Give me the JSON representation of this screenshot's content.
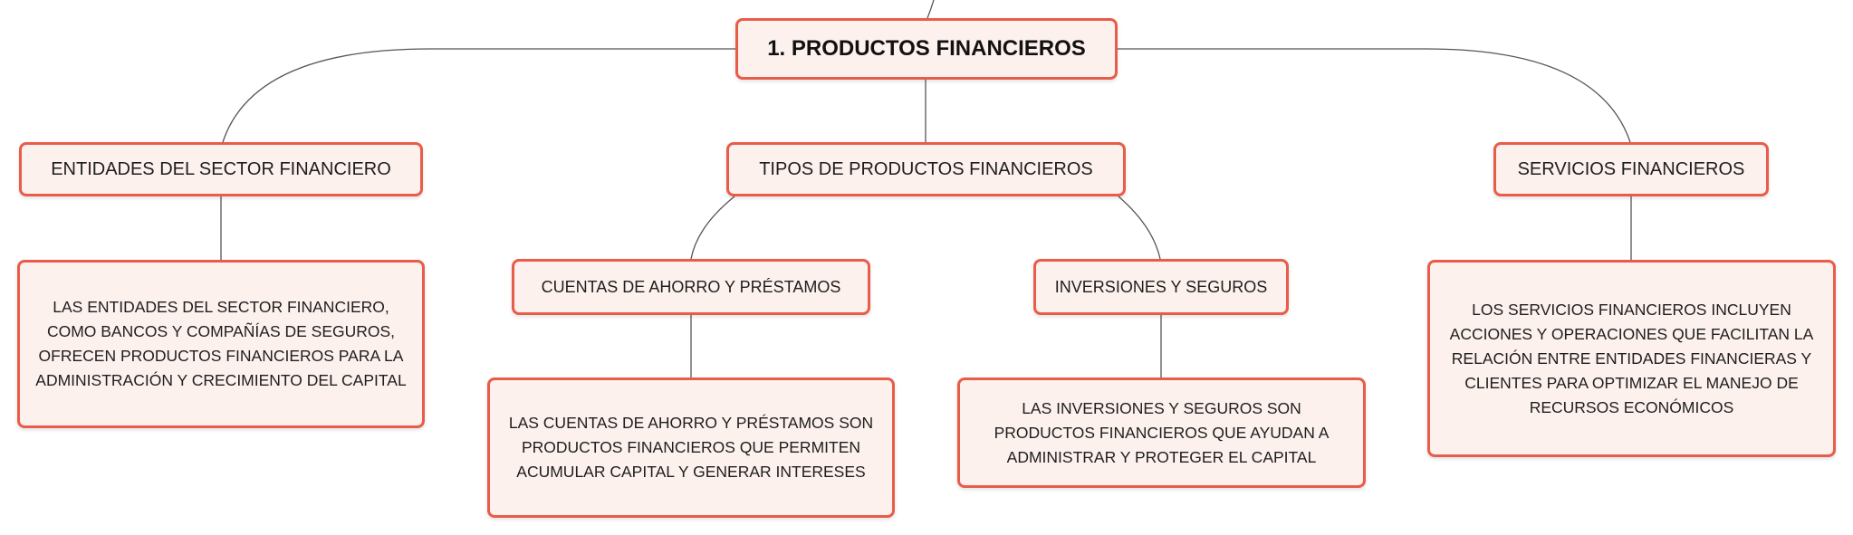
{
  "diagram": {
    "root": {
      "label": "1. PRODUCTOS FINANCIEROS"
    },
    "branches": [
      {
        "label": "ENTIDADES DEL SECTOR FINANCIERO",
        "description": "LAS ENTIDADES DEL SECTOR FINANCIERO, COMO BANCOS Y COMPAÑÍAS DE SEGUROS, OFRECEN PRODUCTOS FINANCIEROS PARA LA ADMINISTRACIÓN Y CRECIMIENTO DEL CAPITAL"
      },
      {
        "label": "TIPOS DE PRODUCTOS FINANCIEROS",
        "children": [
          {
            "label": "CUENTAS DE AHORRO Y PRÉSTAMOS",
            "description": "LAS CUENTAS DE AHORRO Y PRÉSTAMOS SON PRODUCTOS FINANCIEROS QUE PERMITEN ACUMULAR CAPITAL Y GENERAR INTERESES"
          },
          {
            "label": "INVERSIONES Y SEGUROS",
            "description": "LAS INVERSIONES Y SEGUROS SON PRODUCTOS FINANCIEROS QUE AYUDAN A ADMINISTRAR Y PROTEGER EL CAPITAL"
          }
        ]
      },
      {
        "label": "SERVICIOS FINANCIEROS",
        "description": "LOS SERVICIOS FINANCIEROS INCLUYEN ACCIONES Y OPERACIONES QUE FACILITAN LA RELACIÓN ENTRE ENTIDADES FINANCIERAS Y CLIENTES PARA OPTIMIZAR EL MANEJO DE RECURSOS ECONÓMICOS"
      }
    ]
  },
  "colors": {
    "node_border": "#e85d4a",
    "node_fill": "#fdf1ee",
    "connector": "#555555"
  }
}
